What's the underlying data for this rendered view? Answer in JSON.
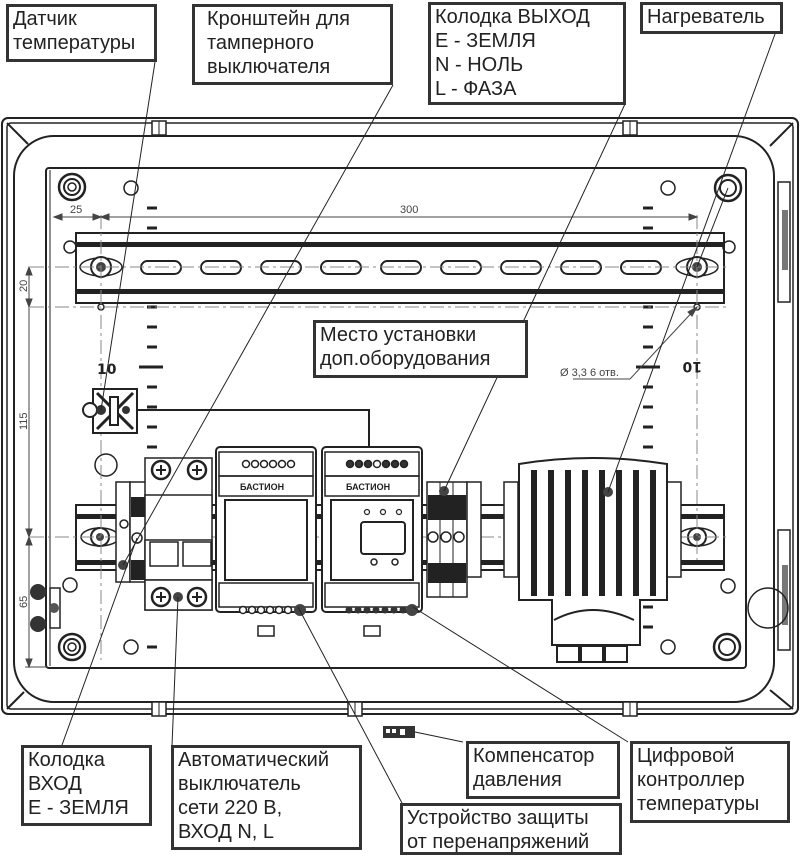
{
  "title": "Шкаф с термостабилизацией — схема расположения оборудования",
  "callouts": {
    "temp_sensor": "Датчик\nтемпературы",
    "tamper_bracket": "Кронштейн для\nтамперного\nвыключателя",
    "output_block": "Колодка ВЫХОД\nE - ЗЕМЛЯ\nN - НОЛЬ\nL - ФАЗА",
    "heater": "Нагреватель",
    "extra_equipment": "Место установки\nдоп.оборудования",
    "input_block": "Колодка\nВХОД\nE - ЗЕМЛЯ",
    "circuit_breaker": "Автоматический\nвыключатель\nсети 220 В,\nВХОД N, L",
    "pressure_compensator": "Компенсатор\nдавления",
    "digital_controller": "Цифровой\nконтроллер\nтемпературы",
    "surge_protector": "Устройство защиты\nот перенапряжений"
  },
  "dimensions": {
    "offset_left": "25",
    "rail_span": "300",
    "rail_offset": "20",
    "vertical_span": "115",
    "bottom_offset": "65",
    "holes_note": "Ø 3,3 6 отв."
  },
  "scale_marks": {
    "left": "10",
    "right": "10"
  },
  "brand_label": "БАСТИОН"
}
